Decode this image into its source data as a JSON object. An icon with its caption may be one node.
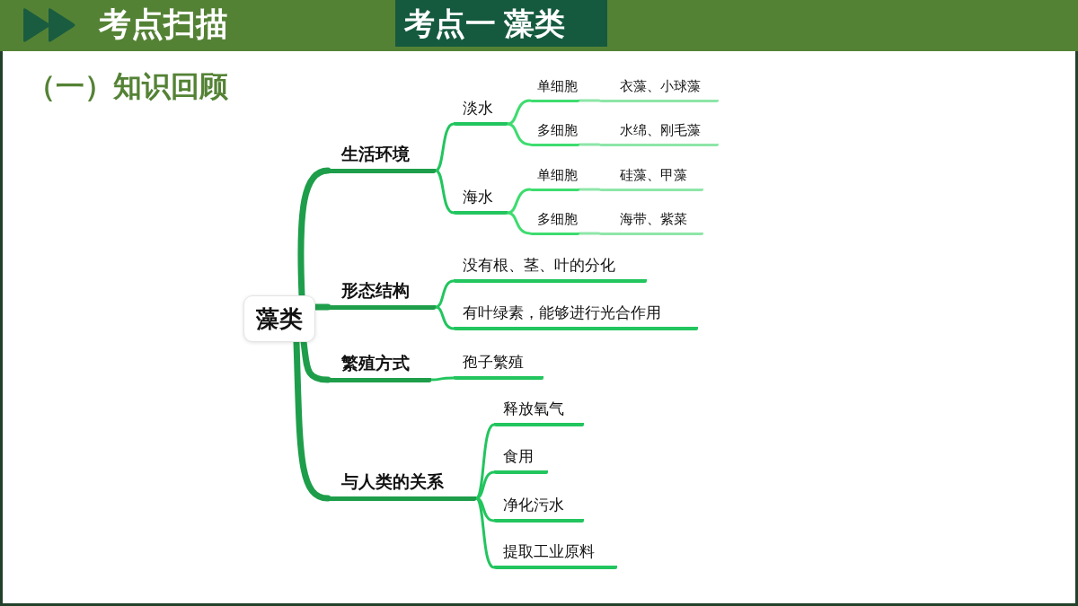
{
  "diagram": {
    "title": "考点扫描",
    "nodes": [
      {
        "text": [
          "考点一 藻类"
        ]
      },
      {
        "text": [
          "藻类"
        ]
      },
      {
        "text": [
          "生活环境"
        ]
      },
      {
        "text": [
          "淡水"
        ]
      },
      {
        "text": [
          "单细胞"
        ]
      },
      {
        "text": [
          "衣藻、小球藻"
        ]
      },
      {
        "text": [
          "多细胞"
        ]
      },
      {
        "text": [
          "水绵、刚毛藻"
        ]
      },
      {
        "text": [
          "海水"
        ]
      },
      {
        "text": [
          "单细胞"
        ]
      },
      {
        "text": [
          "硅藻、甲藻"
        ]
      },
      {
        "text": [
          "多细胞"
        ]
      },
      {
        "text": [
          "海带、紫菜"
        ]
      },
      {
        "text": [
          "形态结构"
        ]
      },
      {
        "text": [
          "没有根、茎、叶的分化"
        ]
      },
      {
        "text": [
          "有叶绿素，能够进行光合作用"
        ]
      },
      {
        "text": [
          "繁殖方式"
        ]
      },
      {
        "text": [
          "孢子繁殖"
        ]
      },
      {
        "text": [
          "与人类的关系"
        ]
      },
      {
        "text": [
          "释放氧气"
        ]
      },
      {
        "text": [
          "食用"
        ]
      },
      {
        "text": [
          "净化污水"
        ]
      },
      {
        "text": [
          "提取工业原料"
        ]
      }
    ],
    "edges": [
      {
        "from": 1,
        "to": 2,
        "arrow": "none",
        "style": "thick",
        "color": "#1e9e4a"
      },
      {
        "from": 2,
        "to": 3,
        "arrow": "none"
      },
      {
        "from": 3,
        "to": 4,
        "arrow": "none",
        "color": "#3ddc6e"
      },
      {
        "from": 4,
        "to": 5,
        "arrow": "none",
        "color": "#8ee6a8"
      },
      {
        "from": 3,
        "to": 6,
        "arrow": "none",
        "color": "#3ddc6e"
      },
      {
        "from": 6,
        "to": 7,
        "arrow": "none",
        "color": "#8ee6a8"
      },
      {
        "from": 2,
        "to": 8,
        "arrow": "none"
      },
      {
        "from": 8,
        "to": 9,
        "arrow": "none",
        "color": "#3ddc6e"
      },
      {
        "from": 9,
        "to": 10,
        "arrow": "none",
        "color": "#8ee6a8"
      },
      {
        "from": 8,
        "to": 11,
        "arrow": "none",
        "color": "#3ddc6e"
      },
      {
        "from": 11,
        "to": 12,
        "arrow": "none",
        "color": "#8ee6a8"
      },
      {
        "from": 1,
        "to": 13,
        "arrow": "none",
        "style": "thick",
        "color": "#1e9e4a"
      },
      {
        "from": 13,
        "to": 14,
        "arrow": "none"
      },
      {
        "from": 13,
        "to": 15,
        "arrow": "none"
      },
      {
        "from": 1,
        "to": 16,
        "arrow": "none",
        "style": "thick",
        "color": "#1e9e4a"
      },
      {
        "from": 16,
        "to": 17,
        "arrow": "none"
      },
      {
        "from": 1,
        "to": 18,
        "arrow": "none",
        "style": "thick",
        "color": "#1e9e4a"
      },
      {
        "from": 18,
        "to": 19,
        "arrow": "none"
      },
      {
        "from": 18,
        "to": 20,
        "arrow": "none"
      },
      {
        "from": 18,
        "to": 21,
        "arrow": "none"
      },
      {
        "from": 18,
        "to": 22,
        "arrow": "none"
      }
    ],
    "labels": [
      "（一）知识回顾"
    ]
  }
}
